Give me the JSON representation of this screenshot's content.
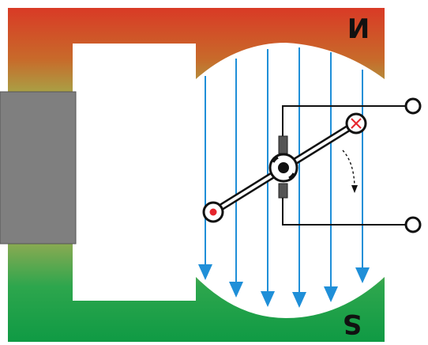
{
  "diagram": {
    "pole_top_label": "N",
    "pole_bottom_label": "S",
    "colors": {
      "north_pole": "#d93a26",
      "south_pole": "#18a54a",
      "core": "#7f7f7f",
      "field_lines": "#1f8fd8",
      "frame": "#111111",
      "conductor_in": "#e6252d"
    },
    "icons": [
      "magnet-yoke",
      "coil-core",
      "field-line-arrow",
      "rotor-axle-icon",
      "conductor-dot-icon",
      "conductor-cross-icon",
      "terminal-icon",
      "rotation-arrow-icon"
    ]
  }
}
